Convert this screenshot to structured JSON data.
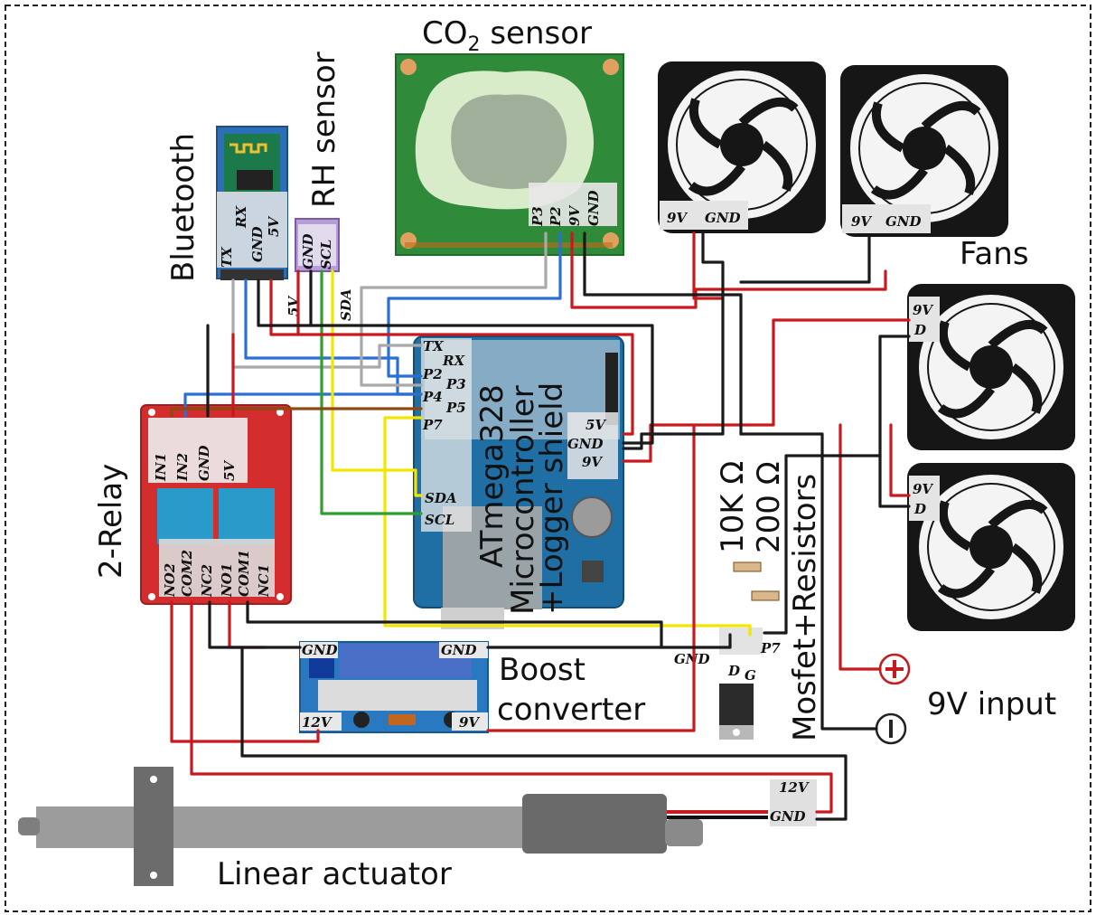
{
  "labels": {
    "co2_sensor_prefix": "CO",
    "co2_sensor_sub": "2",
    "co2_sensor_suffix": " sensor",
    "rh_sensor": "RH sensor",
    "bluetooth": "Bluetooth",
    "fans": "Fans",
    "relay": "2-Relay",
    "microcontroller_line1": "ATmega328",
    "microcontroller_line2": "Microcontroller",
    "microcontroller_line3": "+Logger shield",
    "resistor1": "10K Ω",
    "resistor2": "200 Ω",
    "mosfet": "Mosfet+Resistors",
    "boost_line1": "Boost",
    "boost_line2": "converter",
    "input": "9V input",
    "actuator": "Linear actuator"
  },
  "pins": {
    "bt_tx": "TX",
    "bt_rx": "RX",
    "bt_gnd": "GND",
    "bt_5v": "5V",
    "rh_gnd": "GND",
    "rh_scl": "SCL",
    "rh_5v": "5V",
    "rh_sda": "SDA",
    "co2_p3": "P3",
    "co2_p2": "P2",
    "co2_9v": "9V",
    "co2_gnd": "GND",
    "fan1_9v": "9V",
    "fan1_gnd": "GND",
    "fan2_9v": "9V",
    "fan2_gnd": "GND",
    "fan3_9v": "9V",
    "fan3_d": "D",
    "fan4_9v": "9V",
    "fan4_d": "D",
    "mc_tx": "TX",
    "mc_rx": "RX",
    "mc_p2": "P2",
    "mc_p3": "P3",
    "mc_p4": "P4",
    "mc_p5": "P5",
    "mc_p7": "P7",
    "mc_5v": "5V",
    "mc_gnd": "GND",
    "mc_9v": "9V",
    "mc_sda": "SDA",
    "mc_scl": "SCL",
    "relay_in1": "IN1",
    "relay_in2": "IN2",
    "relay_gnd": "GND",
    "relay_5v": "5V",
    "relay_no2": "NO2",
    "relay_com2": "COM2",
    "relay_nc2": "NC2",
    "relay_no1": "NO1",
    "relay_com1": "COM1",
    "relay_nc1": "NC1",
    "boost_gnd_l": "GND",
    "boost_gnd_r": "GND",
    "boost_12v": "12V",
    "boost_9v": "9V",
    "mos_gnd": "GND",
    "mos_d": "D",
    "mos_g": "G",
    "mos_p7": "P7",
    "act_12v": "12V",
    "act_gnd": "GND"
  },
  "colors": {
    "wire_red": "#c8191e",
    "wire_black": "#1a1a1a",
    "wire_blue": "#2a6fd1",
    "wire_gray": "#a9a9a9",
    "wire_yellow": "#f2e600",
    "wire_green": "#2f9e2f",
    "wire_brown": "#8b4a12",
    "pcb_green": "#2e7d32",
    "arduino_blue": "#1f6fa5",
    "relay_red": "#d42d2d",
    "fan_black": "#151515"
  }
}
